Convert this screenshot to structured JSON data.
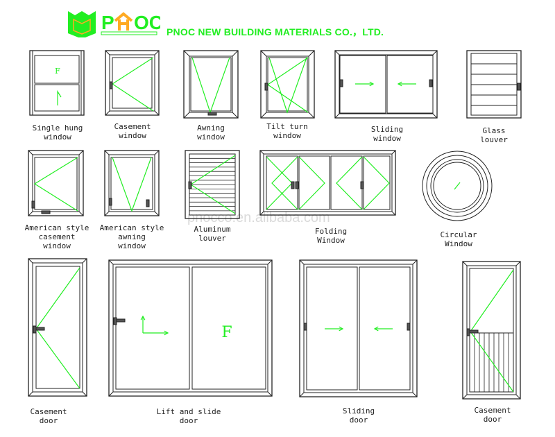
{
  "brand": {
    "logo_text": "PNOC",
    "company_name": "PNOC NEW BUILDING MATERIALS  CO.，LTD.",
    "watermark": "pnocco.en.alibaba.com",
    "accent": "#22ee22",
    "logo_orange": "#ffaa22"
  },
  "items": [
    {
      "id": "single-hung",
      "line1": "Single hung",
      "line2": "window"
    },
    {
      "id": "casement",
      "line1": "Casement",
      "line2": "window"
    },
    {
      "id": "awning",
      "line1": "Awning",
      "line2": "window"
    },
    {
      "id": "tilt-turn",
      "line1": "Tilt turn",
      "line2": "window"
    },
    {
      "id": "sliding",
      "line1": "Sliding",
      "line2": "window"
    },
    {
      "id": "glass-louver",
      "line1": "Glass",
      "line2": "louver"
    },
    {
      "id": "american-casement",
      "line1": "American style",
      "line2": "casement",
      "line3": "window"
    },
    {
      "id": "american-awning",
      "line1": "American style",
      "line2": "awning",
      "line3": "window"
    },
    {
      "id": "aluminum-louver",
      "line1": "Aluminum",
      "line2": "louver"
    },
    {
      "id": "folding",
      "line1": "Folding",
      "line2": "Window"
    },
    {
      "id": "circular",
      "line1": "Circular",
      "line2": "Window"
    },
    {
      "id": "casement-door",
      "line1": "Casement",
      "line2": "door"
    },
    {
      "id": "lift-slide",
      "line1": "Lift and slide",
      "line2": "door"
    },
    {
      "id": "sliding-door",
      "line1": "Sliding",
      "line2": "door"
    },
    {
      "id": "casement-door-2",
      "line1": "Casement",
      "line2": "door"
    }
  ],
  "marks": {
    "fixed": "F"
  }
}
